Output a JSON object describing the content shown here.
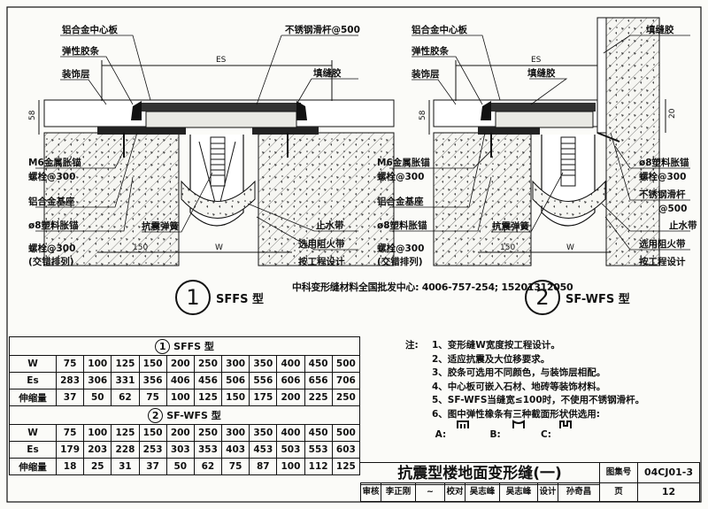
{
  "diagram_left": {
    "labels": {
      "center_plate": "铝合金中心板",
      "elastic_strip": "弹性胶条",
      "finish_layer": "装饰层",
      "slide_bar": "不锈钢滑杆@500",
      "filler": "填缝胶",
      "anchor_bolt_1": "M6金属胀锚",
      "anchor_bolt_2": "螺栓@300",
      "base": "铝合金基座",
      "plastic_anchor_1": "ø8塑料胀锚",
      "plastic_anchor_2": "螺栓@300",
      "plastic_anchor_3": "(交错排列)",
      "spring": "抗震弹簧",
      "waterstop": "止水带",
      "fire_strip_1": "选用阻火带",
      "fire_strip_2": "按工程设计"
    },
    "dims": {
      "es": "ES",
      "h": "58",
      "w150": "150",
      "w": "W"
    }
  },
  "diagram_right": {
    "labels": {
      "center_plate": "铝合金中心板",
      "elastic_strip": "弹性胶条",
      "finish_layer": "装饰层",
      "filler": "填缝胶",
      "filler_wall": "填缝胶",
      "anchor_bolt_1": "M6金属胀锚",
      "anchor_bolt_2": "螺栓@300",
      "base": "铝合金基座",
      "plastic_anchor_1": "ø8塑料胀锚",
      "plastic_anchor_2": "螺栓@300",
      "plastic_anchor_3": "(交错排列)",
      "spring": "抗震弹簧",
      "right_anchor_1": "ø8塑料胀锚",
      "right_anchor_2": "螺栓@300",
      "slide_bar_1": "不锈钢滑杆",
      "slide_bar_2": "@500",
      "waterstop": "止水带",
      "fire_strip_1": "选用阻火带",
      "fire_strip_2": "按工程设计"
    },
    "dims": {
      "es": "ES",
      "h": "58",
      "h20": "20",
      "w150": "150",
      "w": "W"
    }
  },
  "sections": {
    "left_num": "1",
    "left_name": "SFFS 型",
    "right_num": "2",
    "right_name": "SF-WFS 型",
    "stamp": "中科变形缝材料全国批发中心: 4006-757-254; 15201312050"
  },
  "table_sffs": {
    "num": "1",
    "title": "SFFS 型",
    "rows": [
      {
        "label": "W",
        "values": [
          "75",
          "100",
          "125",
          "150",
          "200",
          "250",
          "300",
          "350",
          "400",
          "450",
          "500"
        ]
      },
      {
        "label": "Es",
        "values": [
          "283",
          "306",
          "331",
          "356",
          "406",
          "456",
          "506",
          "556",
          "606",
          "656",
          "706"
        ]
      },
      {
        "label": "伸缩量",
        "values": [
          "37",
          "50",
          "62",
          "75",
          "100",
          "125",
          "150",
          "175",
          "200",
          "225",
          "250"
        ]
      }
    ]
  },
  "table_sfwfs": {
    "num": "2",
    "title": "SF-WFS 型",
    "rows": [
      {
        "label": "W",
        "values": [
          "75",
          "100",
          "125",
          "150",
          "200",
          "250",
          "300",
          "350",
          "400",
          "450",
          "500"
        ]
      },
      {
        "label": "Es",
        "values": [
          "179",
          "203",
          "228",
          "253",
          "303",
          "353",
          "403",
          "453",
          "503",
          "553",
          "603"
        ]
      },
      {
        "label": "伸缩量",
        "values": [
          "18",
          "25",
          "31",
          "37",
          "50",
          "62",
          "75",
          "87",
          "100",
          "112",
          "125"
        ]
      }
    ]
  },
  "notes": {
    "head": "注:",
    "items": [
      "1、变形缝W宽度按工程设计。",
      "2、适应抗震及大位移要求。",
      "3、胶条可选用不同颜色，与装饰层相配。",
      "4、中心板可嵌入石材、地砖等装饰材料。",
      "5、SF-WFS当缝宽≤100时，不使用不锈钢滑杆。",
      "6、图中弹性橡条有三种截面形状供选用:"
    ],
    "shape_a": "A:",
    "shape_b": "B:",
    "shape_c": "C:"
  },
  "title_block": {
    "title": "抗震型楼地面变形缝(一)",
    "atlas_label": "图集号",
    "atlas_no": "04CJ01-3",
    "review_label": "审核",
    "reviewer": "李正刚",
    "check_label": "校对",
    "checker": "吴志峰",
    "design_label": "设计",
    "designer": "孙奇昌",
    "page_label": "页",
    "page_no": "12"
  }
}
